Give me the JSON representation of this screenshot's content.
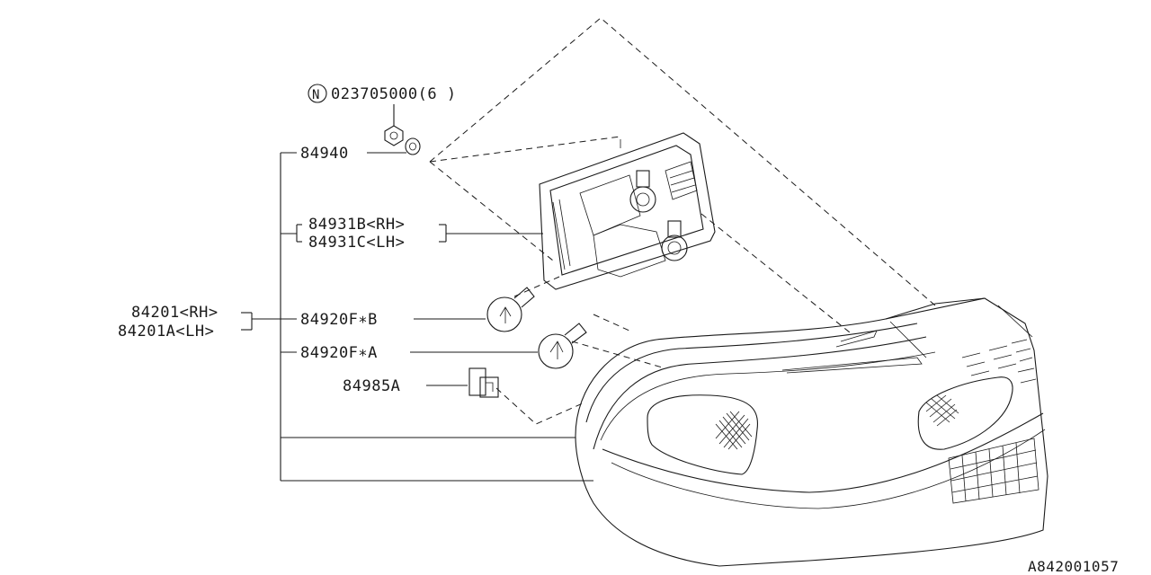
{
  "callouts": {
    "nut_part": "023705000(6 )",
    "nut_symbol": "N",
    "washer": "84940",
    "socket_rh": "84931B<RH>",
    "socket_lh": "84931C<LH>",
    "lamp_rh": "84201<RH>",
    "lamp_lh": "84201A<LH>",
    "bulb_b": "84920F∗B",
    "bulb_a": "84920F∗A",
    "connector": "84985A"
  },
  "diagram_id": "A842001057"
}
